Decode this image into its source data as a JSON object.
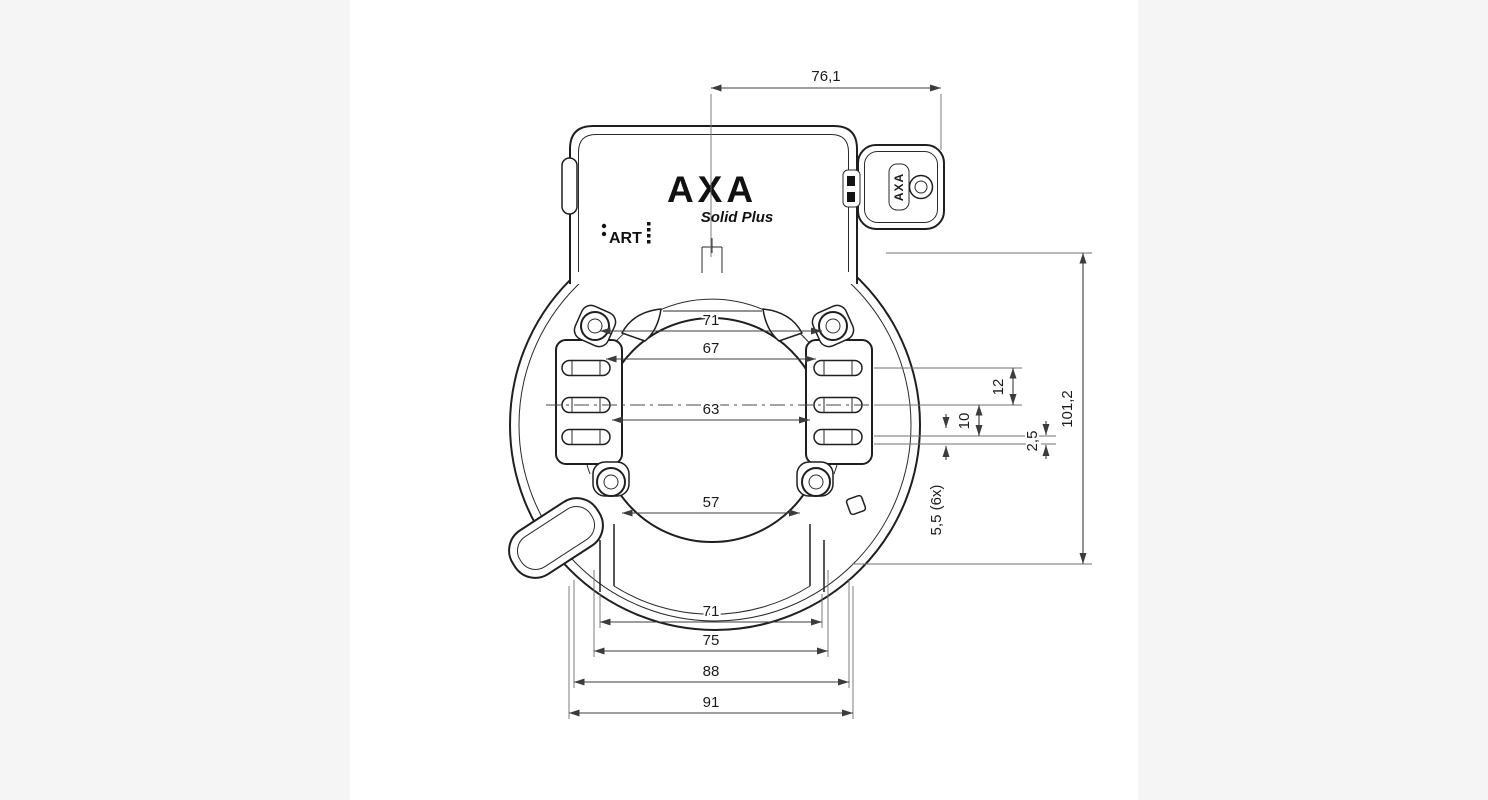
{
  "page": {
    "background": "#f5f5f5",
    "canvas": "#ffffff"
  },
  "drawing": {
    "title_brand": "AXA",
    "title_model": "Solid Plus",
    "certification": "ART",
    "key_label": "AXA",
    "line_color": "#1f1f1f",
    "dimension_color": "#3c3c3c"
  },
  "dimensions": {
    "top_width": "76,1",
    "upper_inner_width": "71",
    "ear_width": "67",
    "center_width": "63",
    "lower_inner_width": "57",
    "bottom_width_1": "71",
    "bottom_width_2": "75",
    "bottom_width_3": "88",
    "bottom_width_4": "91",
    "slot_pitch_upper": "12",
    "slot_pitch_lower": "10",
    "slot_offset": "2,5",
    "total_height": "101,2",
    "slot_size": "5,5  (6x)"
  }
}
